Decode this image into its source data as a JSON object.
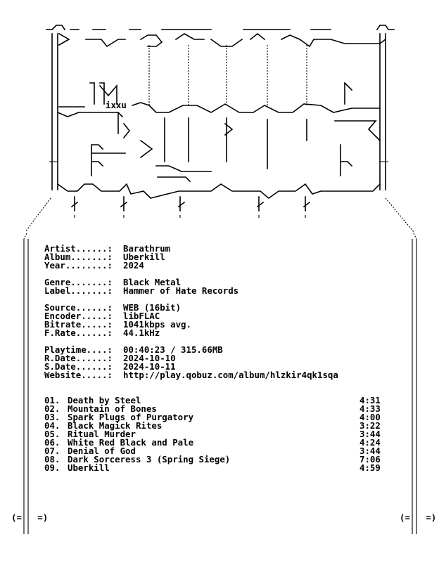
{
  "colors": {
    "background": "#ffffff",
    "ink": "#000000"
  },
  "logo": {
    "caption": "ixxu",
    "footer_left": "(=   =)",
    "footer_right": "(=   =)"
  },
  "info": [
    {
      "label": "Artist......:",
      "value": "Barathrum"
    },
    {
      "label": "Album.......:",
      "value": "Uberkill"
    },
    {
      "label": "Year........:",
      "value": "2024"
    },
    {
      "label": "Genre.......:",
      "value": "Black Metal"
    },
    {
      "label": "Label.......:",
      "value": "Hammer of Hate Records"
    },
    {
      "label": "Source......:",
      "value": "WEB (16bit)"
    },
    {
      "label": "Encoder.....:",
      "value": "libFLAC"
    },
    {
      "label": "Bitrate.....:",
      "value": "1041kbps avg."
    },
    {
      "label": "F.Rate......:",
      "value": "44.1kHz"
    },
    {
      "label": "Playtime....:",
      "value": "00:40:23 / 315.66MB"
    },
    {
      "label": "R.Date......:",
      "value": "2024-10-10"
    },
    {
      "label": "S.Date......:",
      "value": "2024-10-11"
    },
    {
      "label": "Website.....:",
      "value": "http://play.qobuz.com/album/hlzkir4qk1sqa"
    }
  ],
  "tracks": [
    {
      "num": "01.",
      "title": "Death by Steel",
      "time": "4:31"
    },
    {
      "num": "02.",
      "title": "Mountain of Bones",
      "time": "4:33"
    },
    {
      "num": "03.",
      "title": "Spark Plugs of Purgatory",
      "time": "4:00"
    },
    {
      "num": "04.",
      "title": "Black Magick Rites",
      "time": "3:22"
    },
    {
      "num": "05.",
      "title": "Ritual Murder",
      "time": "3:44"
    },
    {
      "num": "06.",
      "title": "White Red Black and Pale",
      "time": "4:24"
    },
    {
      "num": "07.",
      "title": "Denial of God",
      "time": "3:44"
    },
    {
      "num": "08.",
      "title": "Dark Sorceress 3 (Spring Siege)",
      "time": "7:06"
    },
    {
      "num": "09.",
      "title": "Uberkill",
      "time": "4:59"
    }
  ]
}
